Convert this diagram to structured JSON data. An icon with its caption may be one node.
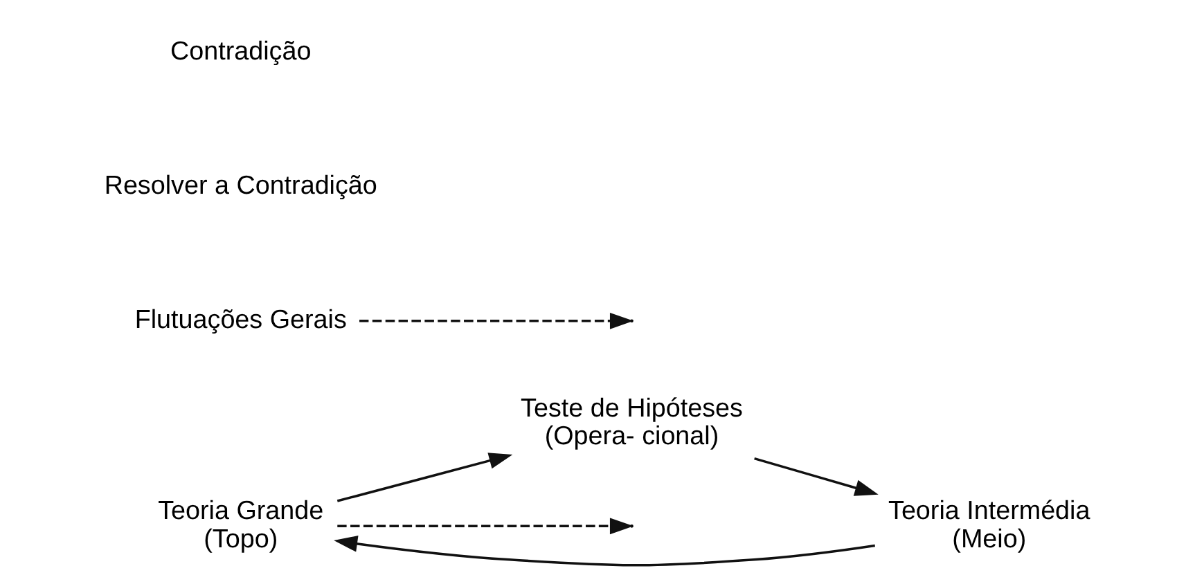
{
  "diagram": {
    "nodes": [
      {
        "text": [
          "Teoria Grande",
          "(Topo)"
        ]
      },
      {
        "text": [
          "Teoria Intermédia",
          "(Meio)"
        ]
      },
      {
        "text": [
          "Teste de Hipóteses",
          "(Opera- cional)"
        ]
      },
      {
        "text": [
          "Flutuações Gerais"
        ]
      }
    ],
    "edges": [
      {
        "from": 1,
        "to": 0,
        "arrow": "to"
      },
      {
        "from": 0,
        "to": 2,
        "arrow": "to"
      },
      {
        "from": 2,
        "to": 1,
        "arrow": "to"
      },
      {
        "from": 0,
        "to": null,
        "arrow": "to",
        "style": "dashed"
      },
      {
        "from": 3,
        "to": null,
        "arrow": "to",
        "style": "dashed"
      }
    ],
    "labels": [
      "Resolver a Contradição",
      "Contradição"
    ]
  }
}
